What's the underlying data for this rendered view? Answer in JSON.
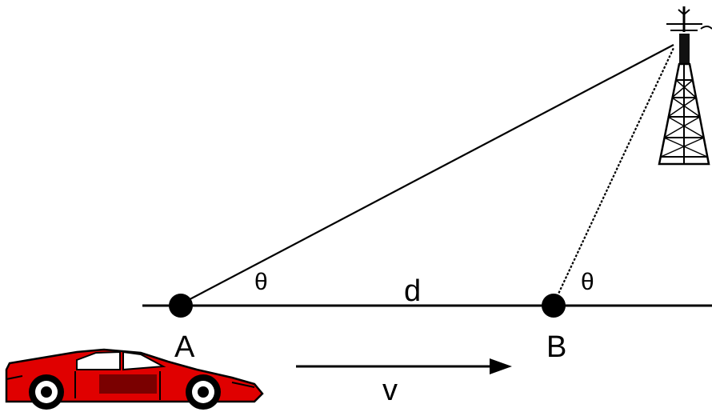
{
  "labels": {
    "point_a": "A",
    "point_b": "B",
    "distance": "d",
    "velocity": "v",
    "angle_at_a": "θ",
    "angle_at_b": "θ"
  },
  "colors": {
    "ink": "#000000",
    "car_body": "#e00000",
    "car_dark": "#7a0000",
    "background": "#ffffff"
  },
  "icons": {
    "vehicle": "red-sports-car-icon",
    "tower": "transmission-tower-icon"
  }
}
